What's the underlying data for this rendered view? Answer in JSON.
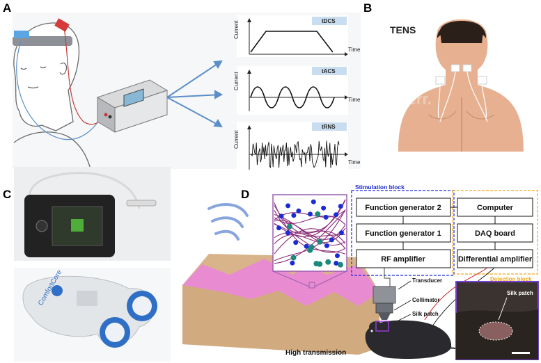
{
  "panels": {
    "a": {
      "letter": "A",
      "waveforms": [
        {
          "tag": "tDCS",
          "ylabel": "Current",
          "xlabel": "Time"
        },
        {
          "tag": "tACS",
          "ylabel": "Current",
          "xlabel": "Time"
        },
        {
          "tag": "tRNS",
          "ylabel": "Current",
          "xlabel": "Time"
        }
      ]
    },
    "b": {
      "letter": "B",
      "title": "TENS",
      "watermark": "fiverr."
    },
    "c": {
      "letter": "C",
      "brand_text": "ComfortCore"
    },
    "d": {
      "letter": "D",
      "caption": "High transmission",
      "stimulation_block": "Stimulation block",
      "detection_block": "Detection block",
      "boxes": {
        "fg2": "Function generator 2",
        "fg1": "Function generator 1",
        "rf": "RF amplifier",
        "computer": "Computer",
        "daq": "DAQ board",
        "diffamp": "Differential amplifier"
      },
      "labels": {
        "transducer": "Transducer",
        "collimator": "Collimator",
        "silk_patch": "Silk patch",
        "inset_silk_patch": "Silk patch"
      }
    }
  },
  "colors": {
    "wave_bg": "#f3f6fb",
    "tag_bg": "#c9ddf0",
    "arrow_blue": "#5b8ec7",
    "skin": "#e7b191",
    "pink": "#e889cf",
    "stim_blue": "#1b2bd6",
    "detect_orange": "#f2a81c",
    "fiber_purple": "#8a2a78"
  }
}
